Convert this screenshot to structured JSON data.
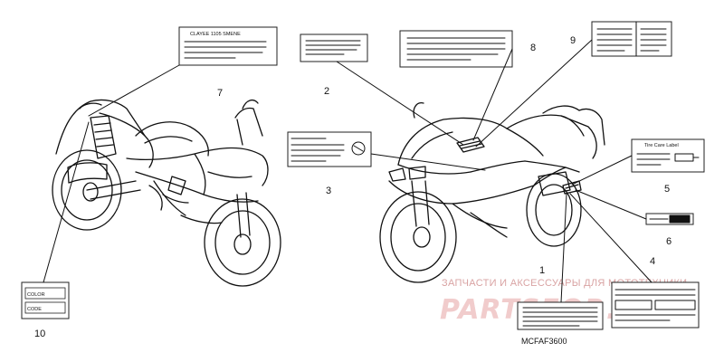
{
  "callouts": [
    "1",
    "2",
    "3",
    "4",
    "5",
    "6",
    "7",
    "8",
    "9",
    "10"
  ],
  "label_texts": {
    "label7": "CLAYEE 1105 SMENE",
    "label5": "Tire Care Label",
    "label10_line1": "COLOR",
    "label10_line2": "CODE"
  },
  "diagram_code": "MCFAF3600",
  "watermark": {
    "top_line": "ЗАПЧАСТИ И АКСЕССУАРЫ ДЛЯ МОТОТЕХНИКИ",
    "brand": "PARTSFOR.RU"
  },
  "colors": {
    "line": "#111111",
    "background": "#ffffff",
    "watermark_light": "#f1cccc",
    "watermark_text": "#d9a3a3"
  }
}
